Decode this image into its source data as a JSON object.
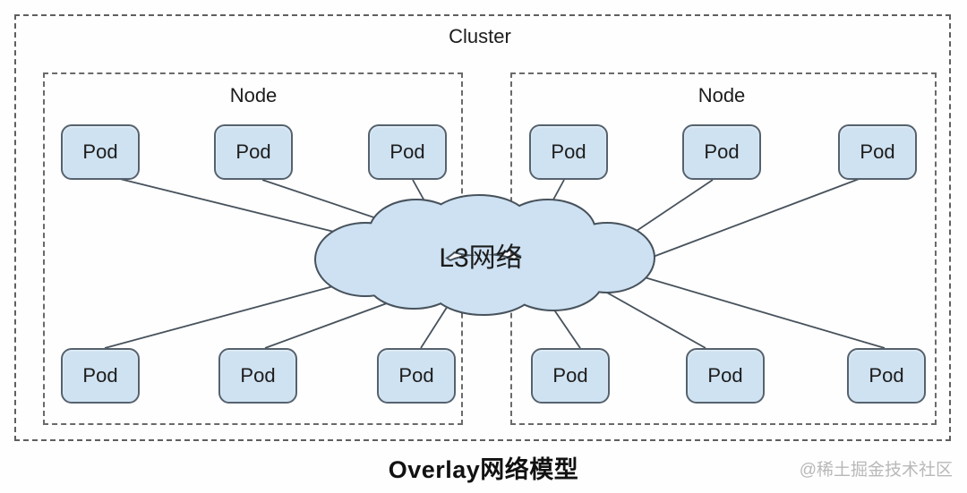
{
  "diagram_title": "Overlay网络模型",
  "watermark": "@稀土掘金技术社区",
  "cluster": {
    "label": "Cluster",
    "nodes": [
      {
        "label": "Node",
        "pods_top": [
          "Pod",
          "Pod",
          "Pod"
        ],
        "pods_bottom": [
          "Pod",
          "Pod",
          "Pod"
        ]
      },
      {
        "label": "Node",
        "pods_top": [
          "Pod",
          "Pod",
          "Pod"
        ],
        "pods_bottom": [
          "Pod",
          "Pod",
          "Pod"
        ]
      }
    ]
  },
  "network_cloud": {
    "label": "L3网络"
  },
  "colors": {
    "background": "#fefefe",
    "pod_fill": "#cfe2f1",
    "pod_border": "#55626e",
    "cloud_fill": "#cde1f2",
    "cloud_border": "#47525c",
    "dashed_border": "#5f5f5f",
    "connector_line": "#47525c",
    "text": "#1c1c1c",
    "watermark_text": "#b8b8b8"
  }
}
